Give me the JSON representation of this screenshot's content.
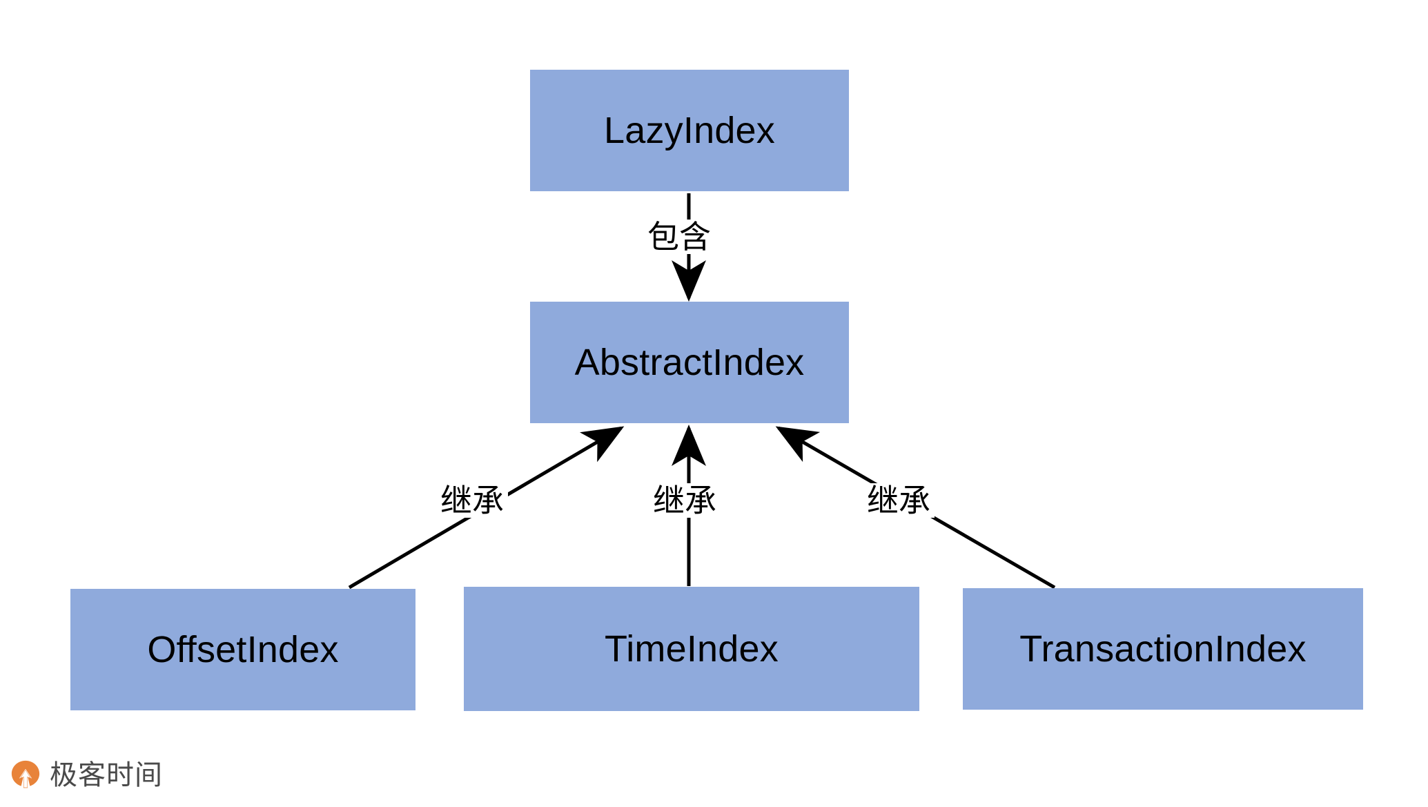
{
  "diagram": {
    "type": "class-hierarchy",
    "background_color": "#FFFFFF",
    "node_fill_color": "#8FAADC",
    "edge_color": "#000000",
    "nodes": [
      {
        "id": "lazyindex",
        "label": "LazyIndex"
      },
      {
        "id": "abstractindex",
        "label": "AbstractIndex"
      },
      {
        "id": "offsetindex",
        "label": "OffsetIndex"
      },
      {
        "id": "timeindex",
        "label": "TimeIndex"
      },
      {
        "id": "transactionindex",
        "label": "TransactionIndex"
      }
    ],
    "edges": [
      {
        "from": "lazyindex",
        "to": "abstractindex",
        "label": "包含",
        "relation": "contains"
      },
      {
        "from": "offsetindex",
        "to": "abstractindex",
        "label": "继承",
        "relation": "inherits"
      },
      {
        "from": "timeindex",
        "to": "abstractindex",
        "label": "继承",
        "relation": "inherits"
      },
      {
        "from": "transactionindex",
        "to": "abstractindex",
        "label": "继承",
        "relation": "inherits"
      }
    ]
  },
  "watermark": {
    "brand": "极客时间",
    "mark_color": "#E8833A",
    "text_color": "#4A4A4A"
  }
}
